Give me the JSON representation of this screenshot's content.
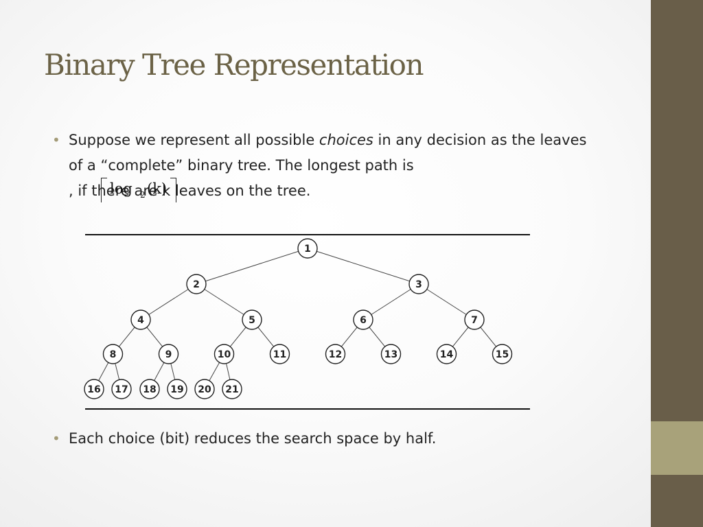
{
  "slide": {
    "title": "Binary Tree Representation",
    "bullet1": {
      "part1": "Suppose we represent all possible ",
      "emphasis": "choices",
      "part2": " in any decision as the leaves of a “complete” binary tree. The longest path is ",
      "part3": ", if there are k leaves on the tree."
    },
    "formula": {
      "log": "log",
      "base": "2",
      "arg": "(k)"
    },
    "bullet2": "Each choice (bit) reduces the search space by half."
  },
  "tree": {
    "nodes": [
      {
        "id": "1",
        "level": 0,
        "pos": 0
      },
      {
        "id": "2",
        "level": 1,
        "pos": 0
      },
      {
        "id": "3",
        "level": 1,
        "pos": 1
      },
      {
        "id": "4",
        "level": 2,
        "pos": 0
      },
      {
        "id": "5",
        "level": 2,
        "pos": 1
      },
      {
        "id": "6",
        "level": 2,
        "pos": 2
      },
      {
        "id": "7",
        "level": 2,
        "pos": 3
      },
      {
        "id": "8",
        "level": 3,
        "pos": 0
      },
      {
        "id": "9",
        "level": 3,
        "pos": 1
      },
      {
        "id": "10",
        "level": 3,
        "pos": 2
      },
      {
        "id": "11",
        "level": 3,
        "pos": 3
      },
      {
        "id": "12",
        "level": 3,
        "pos": 4
      },
      {
        "id": "13",
        "level": 3,
        "pos": 5
      },
      {
        "id": "14",
        "level": 3,
        "pos": 6
      },
      {
        "id": "15",
        "level": 3,
        "pos": 7
      },
      {
        "id": "16",
        "level": 4,
        "pos": 0
      },
      {
        "id": "17",
        "level": 4,
        "pos": 1
      },
      {
        "id": "18",
        "level": 4,
        "pos": 2
      },
      {
        "id": "19",
        "level": 4,
        "pos": 3
      },
      {
        "id": "20",
        "level": 4,
        "pos": 4
      },
      {
        "id": "21",
        "level": 4,
        "pos": 5
      }
    ],
    "edges": [
      [
        "1",
        "2"
      ],
      [
        "1",
        "3"
      ],
      [
        "2",
        "4"
      ],
      [
        "2",
        "5"
      ],
      [
        "3",
        "6"
      ],
      [
        "3",
        "7"
      ],
      [
        "4",
        "8"
      ],
      [
        "4",
        "9"
      ],
      [
        "5",
        "10"
      ],
      [
        "5",
        "11"
      ],
      [
        "6",
        "12"
      ],
      [
        "6",
        "13"
      ],
      [
        "7",
        "14"
      ],
      [
        "7",
        "15"
      ],
      [
        "8",
        "16"
      ],
      [
        "8",
        "17"
      ],
      [
        "9",
        "18"
      ],
      [
        "9",
        "19"
      ],
      [
        "10",
        "20"
      ],
      [
        "10",
        "21"
      ]
    ]
  }
}
